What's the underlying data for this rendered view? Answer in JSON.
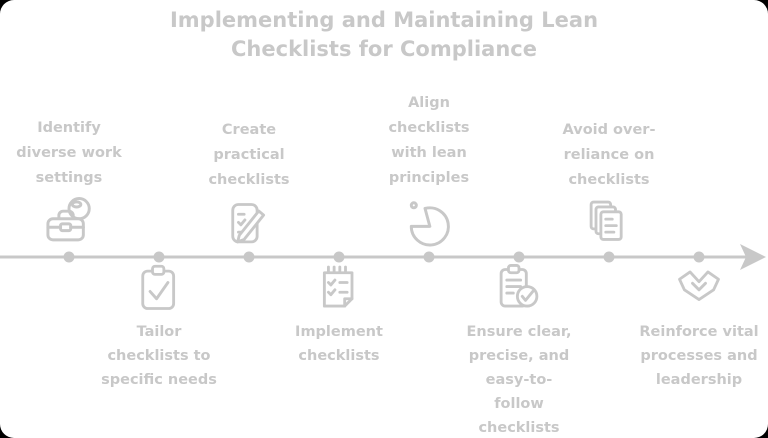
{
  "page": {
    "background": "#ffffff",
    "accent": "#c8c8c8"
  },
  "title": {
    "text": "Implementing and Maintaining Lean\nChecklists for Compliance"
  },
  "timeline": {
    "orientation": "horizontal",
    "arrow_direction": "right",
    "dot_count": 8
  },
  "milestones": [
    {
      "order": 1,
      "side": "top",
      "label": "Identify\ndiverse work\nsettings",
      "icon": "toolbox-icon"
    },
    {
      "order": 2,
      "side": "bottom",
      "label": "Tailor\nchecklists to\nspecific needs",
      "icon": "clipboard-check-icon"
    },
    {
      "order": 3,
      "side": "top",
      "label": "Create\npractical\nchecklists",
      "icon": "notepad-pencil-icon"
    },
    {
      "order": 4,
      "side": "bottom",
      "label": "Implement\nchecklists",
      "icon": "notepad-checklist-icon"
    },
    {
      "order": 5,
      "side": "top",
      "label": "Align\nchecklists\nwith lean\nprinciples",
      "icon": "pie-chart-icon"
    },
    {
      "order": 6,
      "side": "bottom",
      "label": "Ensure clear,\nprecise, and\neasy-to-\nfollow\nchecklists",
      "icon": "document-circle-check-icon"
    },
    {
      "order": 7,
      "side": "top",
      "label": "Avoid over-\nreliance on\nchecklists",
      "icon": "stacked-documents-icon"
    },
    {
      "order": 8,
      "side": "bottom",
      "label": "Reinforce vital\nprocesses and\nleadership",
      "icon": "handshake-icon"
    }
  ]
}
